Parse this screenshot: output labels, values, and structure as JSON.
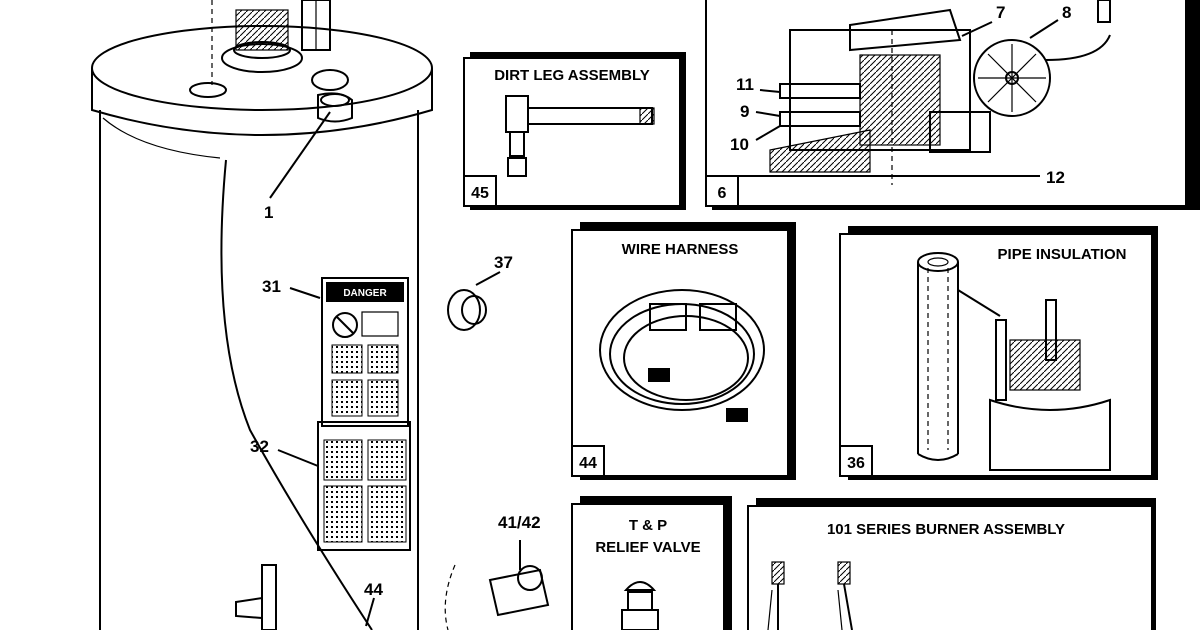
{
  "callouts": {
    "c1": "1",
    "c7": "7",
    "c8": "8",
    "c9": "9",
    "c10": "10",
    "c11": "11",
    "c12": "12",
    "c31": "31",
    "c32": "32",
    "c37": "37",
    "c41_42": "41/42",
    "c44": "44"
  },
  "panels": {
    "dirt_leg": {
      "title": "DIRT LEG ASSEMBLY",
      "number": "45"
    },
    "gas_control": {
      "number": "6"
    },
    "wire_harness": {
      "title": "WIRE HARNESS",
      "number": "44"
    },
    "pipe_insulation": {
      "title": "PIPE INSULATION",
      "number": "36"
    },
    "relief_valve": {
      "title_line1": "T & P",
      "title_line2": "RELIEF VALVE"
    },
    "burner": {
      "title": "101 SERIES BURNER ASSEMBLY"
    }
  },
  "labels": {
    "danger": "DANGER"
  }
}
